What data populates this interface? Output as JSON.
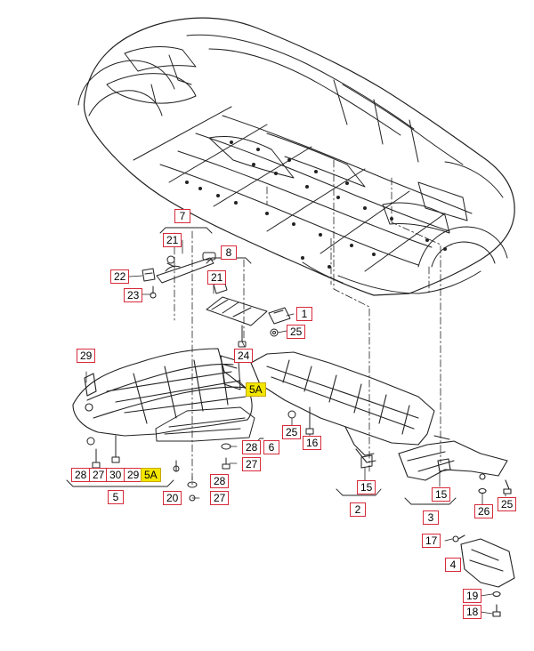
{
  "diagram": {
    "callouts": [
      {
        "id": "c7",
        "text": "7"
      },
      {
        "id": "c21a",
        "text": "21"
      },
      {
        "id": "c22",
        "text": "22"
      },
      {
        "id": "c23",
        "text": "23"
      },
      {
        "id": "c8",
        "text": "8"
      },
      {
        "id": "c21b",
        "text": "21"
      },
      {
        "id": "c1",
        "text": "1"
      },
      {
        "id": "c25a",
        "text": "25"
      },
      {
        "id": "c24",
        "text": "24"
      },
      {
        "id": "c29a",
        "text": "29"
      },
      {
        "id": "c5Aa",
        "text": "5A",
        "ref": true
      },
      {
        "id": "c25b",
        "text": "25"
      },
      {
        "id": "c16",
        "text": "16"
      },
      {
        "id": "c28a",
        "text": "28"
      },
      {
        "id": "c6",
        "text": "6"
      },
      {
        "id": "c27a",
        "text": "27"
      },
      {
        "id": "c28b",
        "text": "28"
      },
      {
        "id": "c27b",
        "text": "27"
      },
      {
        "id": "c30",
        "text": "30"
      },
      {
        "id": "c29b",
        "text": "29"
      },
      {
        "id": "c5Ab",
        "text": "5A",
        "ref": true
      },
      {
        "id": "c5",
        "text": "5"
      },
      {
        "id": "c20",
        "text": "20"
      },
      {
        "id": "c28c",
        "text": "28"
      },
      {
        "id": "c27c",
        "text": "27"
      },
      {
        "id": "c15a",
        "text": "15"
      },
      {
        "id": "c2",
        "text": "2"
      },
      {
        "id": "c15b",
        "text": "15"
      },
      {
        "id": "c3",
        "text": "3"
      },
      {
        "id": "c26",
        "text": "26"
      },
      {
        "id": "c25c",
        "text": "25"
      },
      {
        "id": "c17",
        "text": "17"
      },
      {
        "id": "c4",
        "text": "4"
      },
      {
        "id": "c19",
        "text": "19"
      },
      {
        "id": "c18",
        "text": "18"
      }
    ]
  }
}
